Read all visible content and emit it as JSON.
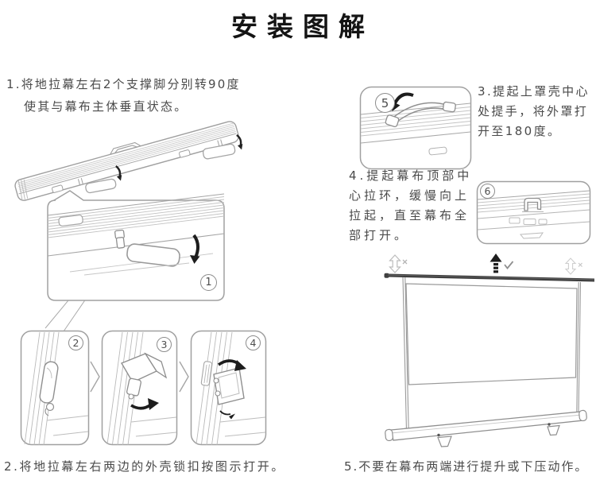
{
  "page": {
    "title": "安装图解"
  },
  "steps": {
    "step1": {
      "lines": [
        "1.将地拉幕左右2个支撑脚分别转90度",
        "使其与幕布主体垂直状态。"
      ]
    },
    "step2": {
      "text": "2.将地拉幕左右两边的外壳锁扣按图示打开。"
    },
    "step3": {
      "lines": [
        "3.提起上罩壳中心",
        "处提手，将外罩打",
        "开至180度。"
      ]
    },
    "step4": {
      "lines": [
        "4.提起幕布顶部中",
        "心拉环，缓慢向上",
        "拉起，直至幕布全",
        "部打开。"
      ]
    },
    "step5": {
      "text": "5.不要在幕布两端进行提升或下压动作。"
    }
  },
  "callouts": {
    "c1": "1",
    "c2": "2",
    "c3": "3",
    "c4": "4",
    "c5": "5",
    "c6": "6"
  },
  "icons": {
    "rotate_arrow": "curved-black-arrow",
    "lift_center": "solid-up-arrow",
    "correct": "check",
    "forbidden": "cross",
    "no_lift_ends": "outline-up-down-arrow"
  },
  "colors": {
    "background": "#ffffff",
    "title_text": "#141414",
    "step_text": "#4a4a4a",
    "line_art": "#9f9f9f",
    "light_line": "#c2c2c2",
    "black_arrow": "#1d1d1d",
    "screen_top_bar": "#3f3f3f",
    "callout_border": "#8c8c8c"
  }
}
